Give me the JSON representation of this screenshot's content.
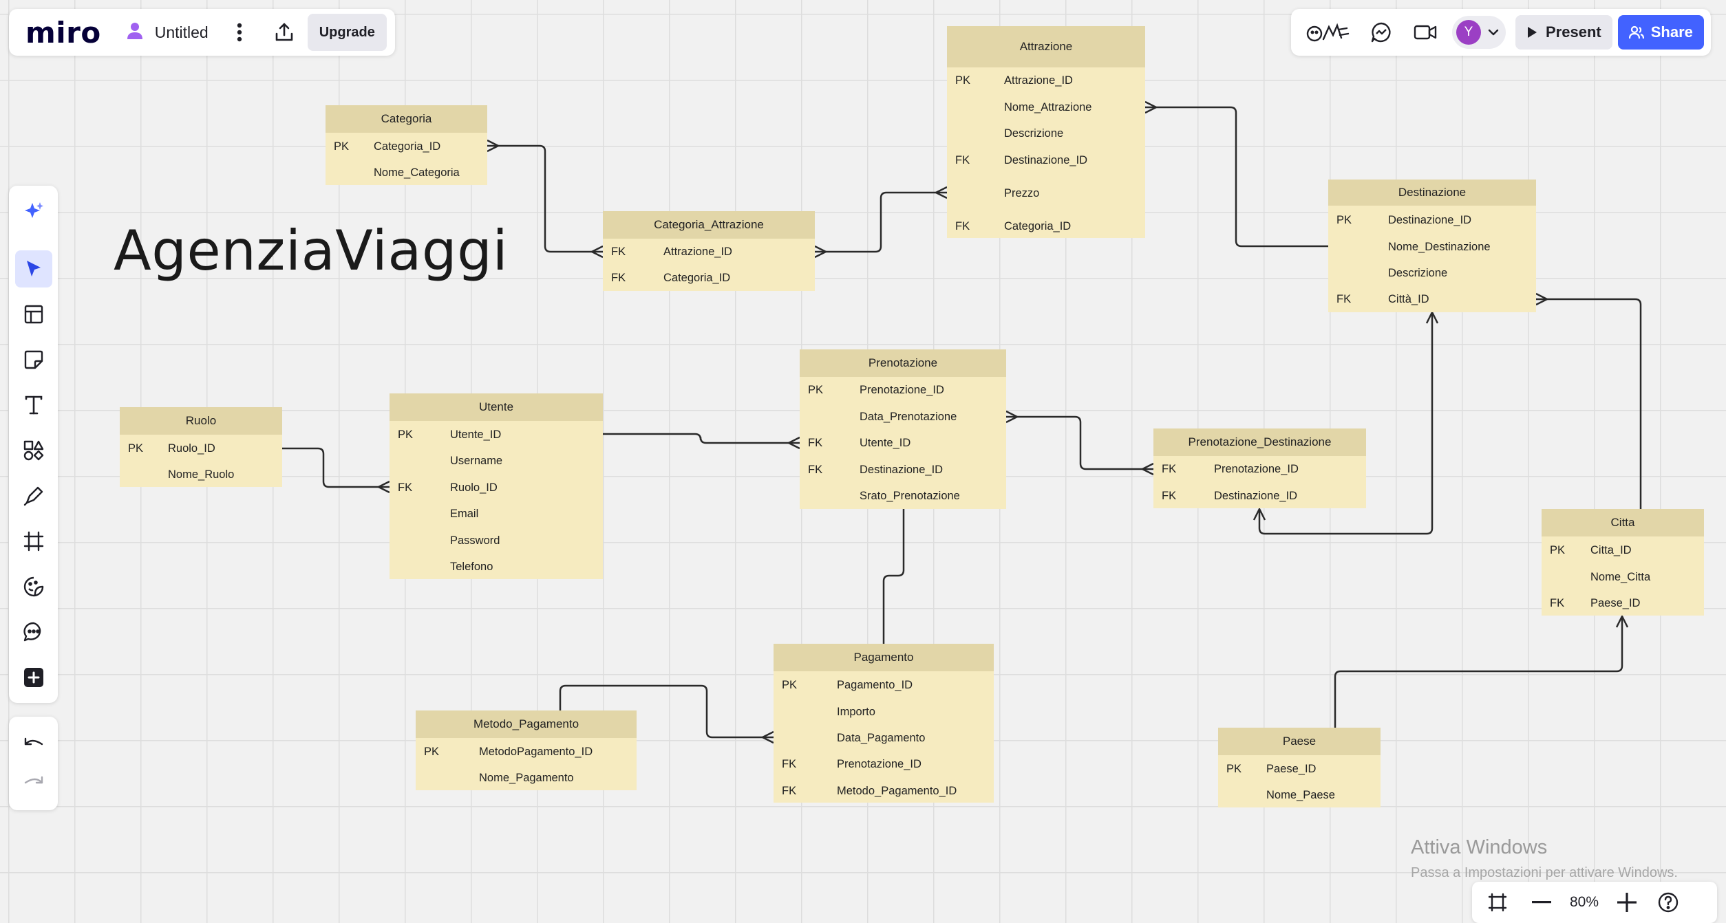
{
  "app": {
    "logo": "miro",
    "board_title": "Untitled",
    "upgrade_label": "Upgrade"
  },
  "topbar": {
    "present_label": "Present",
    "share_label": "Share",
    "avatar_initial": "Y",
    "icons": [
      "reactions-icon",
      "chat-icon",
      "video-call-icon",
      "avatar",
      "chevron-down-icon"
    ]
  },
  "toolbar": {
    "tools": [
      "ai-sparkle-icon",
      "select-cursor-icon",
      "templates-icon",
      "sticky-note-icon",
      "text-icon",
      "shapes-icon",
      "pen-icon",
      "frame-icon",
      "stickers-icon",
      "comment-icon",
      "more-apps-icon"
    ],
    "active_tool": "select-cursor-icon",
    "history": [
      "undo-icon",
      "redo-icon"
    ]
  },
  "board": {
    "heading": "AgenziaViaggi"
  },
  "zoom": {
    "level": "80%"
  },
  "watermark": {
    "title": "Attiva Windows",
    "subtitle": "Passa a Impostazioni per attivare Windows."
  },
  "colors": {
    "entity_body": "#f6ebc0",
    "entity_header": "#e2d6a8",
    "brand_blue": "#4262ff",
    "avatar": "#9b3fc4",
    "canvas": "#f1f1f1"
  },
  "entities": {
    "categoria": {
      "name": "Categoria",
      "rows": [
        {
          "key": "PK",
          "col": "Categoria_ID"
        },
        {
          "key": "",
          "col": "Nome_Categoria"
        }
      ]
    },
    "categoria_attrazione": {
      "name": "Categoria_Attrazione",
      "rows": [
        {
          "key": "FK",
          "col": "Attrazione_ID"
        },
        {
          "key": "FK",
          "col": "Categoria_ID"
        }
      ]
    },
    "attrazione": {
      "name": "Attrazione",
      "rows": [
        {
          "key": "PK",
          "col": "Attrazione_ID"
        },
        {
          "key": "",
          "col": "Nome_Attrazione"
        },
        {
          "key": "",
          "col": "Descrizione"
        },
        {
          "key": "FK",
          "col": "Destinazione_ID"
        },
        {
          "key": "",
          "col": "Prezzo"
        },
        {
          "key": "FK",
          "col": "Categoria_ID"
        }
      ]
    },
    "destinazione": {
      "name": "Destinazione",
      "rows": [
        {
          "key": "PK",
          "col": "Destinazione_ID"
        },
        {
          "key": "",
          "col": "Nome_Destinazione"
        },
        {
          "key": "",
          "col": "Descrizione"
        },
        {
          "key": "FK",
          "col": "Città_ID"
        }
      ]
    },
    "ruolo": {
      "name": "Ruolo",
      "rows": [
        {
          "key": "PK",
          "col": "Ruolo_ID"
        },
        {
          "key": "",
          "col": "Nome_Ruolo"
        }
      ]
    },
    "utente": {
      "name": "Utente",
      "rows": [
        {
          "key": "PK",
          "col": "Utente_ID"
        },
        {
          "key": "",
          "col": "Username"
        },
        {
          "key": "FK",
          "col": "Ruolo_ID"
        },
        {
          "key": "",
          "col": "Email"
        },
        {
          "key": "",
          "col": "Password"
        },
        {
          "key": "",
          "col": "Telefono"
        }
      ]
    },
    "prenotazione": {
      "name": "Prenotazione",
      "rows": [
        {
          "key": "PK",
          "col": "Prenotazione_ID"
        },
        {
          "key": "",
          "col": "Data_Prenotazione"
        },
        {
          "key": "FK",
          "col": "Utente_ID"
        },
        {
          "key": "FK",
          "col": "Destinazione_ID"
        },
        {
          "key": "",
          "col": "Srato_Prenotazione"
        }
      ]
    },
    "prenotazione_destinazione": {
      "name": "Prenotazione_Destinazione",
      "rows": [
        {
          "key": "FK",
          "col": "Prenotazione_ID"
        },
        {
          "key": "FK",
          "col": "Destinazione_ID"
        }
      ]
    },
    "citta": {
      "name": "Citta",
      "rows": [
        {
          "key": "PK",
          "col": "Citta_ID"
        },
        {
          "key": "",
          "col": "Nome_Citta"
        },
        {
          "key": "FK",
          "col": "Paese_ID"
        }
      ]
    },
    "pagamento": {
      "name": "Pagamento",
      "rows": [
        {
          "key": "PK",
          "col": "Pagamento_ID"
        },
        {
          "key": "",
          "col": "Importo"
        },
        {
          "key": "",
          "col": "Data_Pagamento"
        },
        {
          "key": "FK",
          "col": "Prenotazione_ID"
        },
        {
          "key": "FK",
          "col": "Metodo_Pagamento_ID"
        }
      ]
    },
    "metodo_pagamento": {
      "name": "Metodo_Pagamento",
      "rows": [
        {
          "key": "PK",
          "col": "MetodoPagamento_ID"
        },
        {
          "key": "",
          "col": "Nome_Pagamento"
        }
      ]
    },
    "paese": {
      "name": "Paese",
      "rows": [
        {
          "key": "PK",
          "col": "Paese_ID"
        },
        {
          "key": "",
          "col": "Nome_Paese"
        }
      ]
    }
  }
}
